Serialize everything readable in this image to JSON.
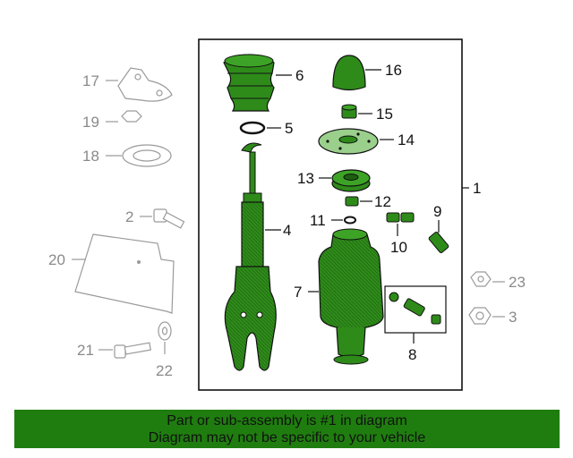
{
  "colors": {
    "part_fill": "#2e8b1a",
    "part_dark": "#1d5e10",
    "outline": "#111111",
    "grey_part": "#9a9a9a",
    "banner_bg": "#1f7d0f"
  },
  "callouts": {
    "c1": "1",
    "c2": "2",
    "c3": "3",
    "c4": "4",
    "c5": "5",
    "c6": "6",
    "c7": "7",
    "c8": "8",
    "c9": "9",
    "c10": "10",
    "c11": "11",
    "c12": "12",
    "c13": "13",
    "c14": "14",
    "c15": "15",
    "c16": "16",
    "c17": "17",
    "c18": "18",
    "c19": "19",
    "c20": "20",
    "c21": "21",
    "c22": "22",
    "c23": "23"
  },
  "banner": {
    "line1": "Part or sub-assembly is #1 in diagram",
    "line2": "Diagram may not be specific to your vehicle"
  }
}
